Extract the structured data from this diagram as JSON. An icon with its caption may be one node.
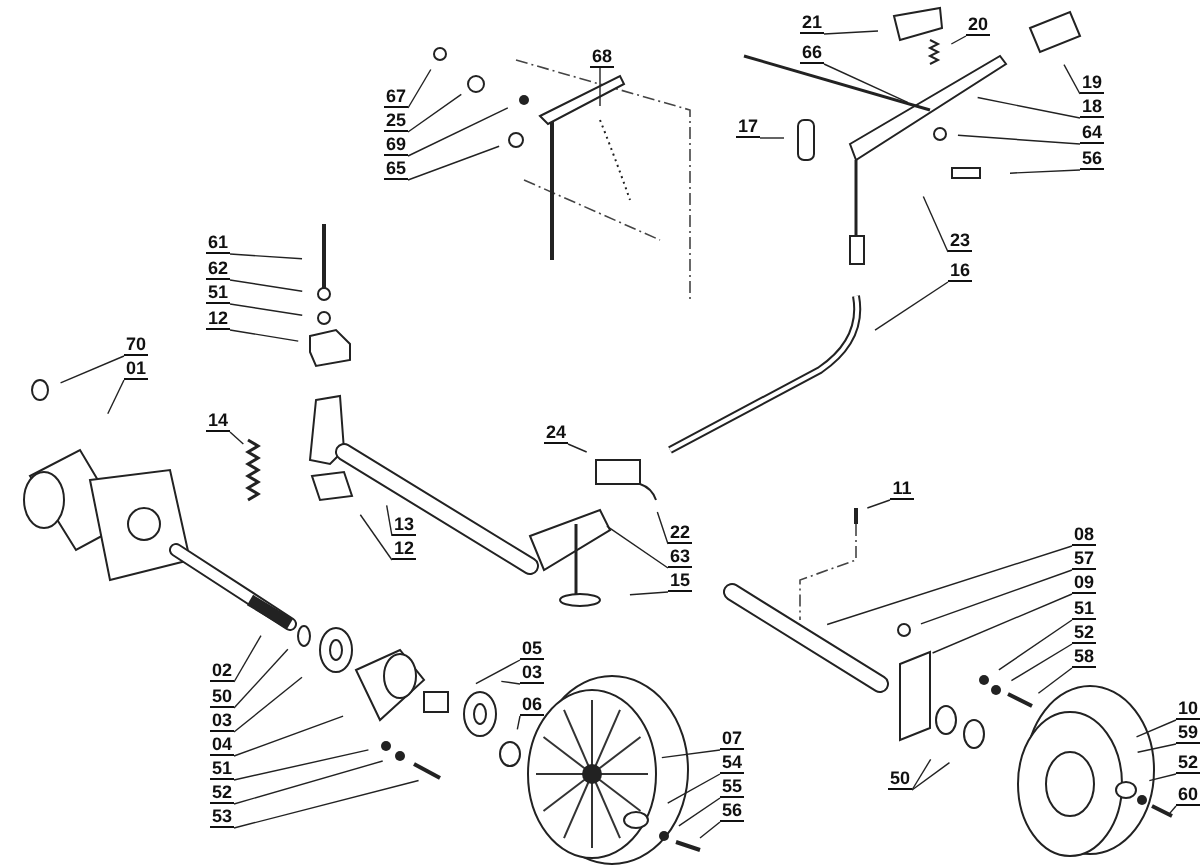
{
  "diagram": {
    "nodes": [
      {
        "text": [
          "67"
        ]
      },
      {
        "text": [
          "25"
        ]
      },
      {
        "text": [
          "69"
        ]
      },
      {
        "text": [
          "65"
        ]
      },
      {
        "text": [
          "68"
        ]
      },
      {
        "text": [
          "21"
        ]
      },
      {
        "text": [
          "20"
        ]
      },
      {
        "text": [
          "66"
        ]
      },
      {
        "text": [
          "17"
        ]
      },
      {
        "text": [
          "19"
        ]
      },
      {
        "text": [
          "18"
        ]
      },
      {
        "text": [
          "64"
        ]
      },
      {
        "text": [
          "56"
        ]
      },
      {
        "text": [
          "23"
        ]
      },
      {
        "text": [
          "16"
        ]
      },
      {
        "text": [
          "61"
        ]
      },
      {
        "text": [
          "62"
        ]
      },
      {
        "text": [
          "51"
        ]
      },
      {
        "text": [
          "12"
        ]
      },
      {
        "text": [
          "70"
        ]
      },
      {
        "text": [
          "01"
        ]
      },
      {
        "text": [
          "14"
        ]
      },
      {
        "text": [
          "24"
        ]
      },
      {
        "text": [
          "13"
        ]
      },
      {
        "text": [
          "12"
        ]
      },
      {
        "text": [
          "22"
        ]
      },
      {
        "text": [
          "63"
        ]
      },
      {
        "text": [
          "15"
        ]
      },
      {
        "text": [
          "11"
        ]
      },
      {
        "text": [
          "08"
        ]
      },
      {
        "text": [
          "57"
        ]
      },
      {
        "text": [
          "09"
        ]
      },
      {
        "text": [
          "51"
        ]
      },
      {
        "text": [
          "52"
        ]
      },
      {
        "text": [
          "58"
        ]
      },
      {
        "text": [
          "10"
        ]
      },
      {
        "text": [
          "59"
        ]
      },
      {
        "text": [
          "52"
        ]
      },
      {
        "text": [
          "60"
        ]
      },
      {
        "text": [
          "50"
        ]
      },
      {
        "text": [
          "07"
        ]
      },
      {
        "text": [
          "54"
        ]
      },
      {
        "text": [
          "55"
        ]
      },
      {
        "text": [
          "56"
        ]
      },
      {
        "text": [
          "05"
        ]
      },
      {
        "text": [
          "03"
        ]
      },
      {
        "text": [
          "06"
        ]
      },
      {
        "text": [
          "02"
        ]
      },
      {
        "text": [
          "50"
        ]
      },
      {
        "text": [
          "03"
        ]
      },
      {
        "text": [
          "04"
        ]
      },
      {
        "text": [
          "51"
        ]
      },
      {
        "text": [
          "52"
        ]
      },
      {
        "text": [
          "53"
        ]
      }
    ],
    "edges": [
      {
        "from": 0,
        "to": null,
        "arrow": "none"
      },
      {
        "from": 1,
        "to": null,
        "arrow": "none"
      },
      {
        "from": 2,
        "to": null,
        "arrow": "none"
      },
      {
        "from": 3,
        "to": null,
        "arrow": "none"
      },
      {
        "from": 4,
        "to": null,
        "arrow": "none"
      },
      {
        "from": 5,
        "to": null,
        "arrow": "none"
      },
      {
        "from": 6,
        "to": null,
        "arrow": "none"
      },
      {
        "from": 7,
        "to": null,
        "arrow": "none"
      },
      {
        "from": 8,
        "to": null,
        "arrow": "none"
      },
      {
        "from": 9,
        "to": null,
        "arrow": "none"
      },
      {
        "from": 10,
        "to": null,
        "arrow": "none"
      },
      {
        "from": 11,
        "to": null,
        "arrow": "none"
      },
      {
        "from": 12,
        "to": null,
        "arrow": "none"
      },
      {
        "from": 13,
        "to": null,
        "arrow": "none"
      },
      {
        "from": 14,
        "to": null,
        "arrow": "none"
      },
      {
        "from": 15,
        "to": null,
        "arrow": "none"
      },
      {
        "from": 16,
        "to": null,
        "arrow": "none"
      },
      {
        "from": 17,
        "to": null,
        "arrow": "none"
      },
      {
        "from": 18,
        "to": null,
        "arrow": "none"
      },
      {
        "from": 19,
        "to": null,
        "arrow": "none"
      },
      {
        "from": 20,
        "to": null,
        "arrow": "none"
      },
      {
        "from": 21,
        "to": null,
        "arrow": "none"
      },
      {
        "from": 22,
        "to": null,
        "arrow": "none"
      },
      {
        "from": 23,
        "to": null,
        "arrow": "none"
      },
      {
        "from": 24,
        "to": null,
        "arrow": "none"
      },
      {
        "from": 25,
        "to": null,
        "arrow": "none"
      },
      {
        "from": 26,
        "to": null,
        "arrow": "none"
      },
      {
        "from": 27,
        "to": null,
        "arrow": "none"
      },
      {
        "from": 28,
        "to": null,
        "arrow": "none"
      },
      {
        "from": 29,
        "to": null,
        "arrow": "none"
      },
      {
        "from": 30,
        "to": null,
        "arrow": "none"
      },
      {
        "from": 31,
        "to": null,
        "arrow": "none"
      },
      {
        "from": 32,
        "to": null,
        "arrow": "none"
      },
      {
        "from": 33,
        "to": null,
        "arrow": "none"
      },
      {
        "from": 34,
        "to": null,
        "arrow": "none"
      },
      {
        "from": 35,
        "to": null,
        "arrow": "none"
      },
      {
        "from": 36,
        "to": null,
        "arrow": "none"
      },
      {
        "from": 37,
        "to": null,
        "arrow": "none"
      },
      {
        "from": 38,
        "to": null,
        "arrow": "none"
      },
      {
        "from": 39,
        "to": null,
        "arrow": "none"
      },
      {
        "from": 39,
        "to": null,
        "arrow": "none"
      },
      {
        "from": 40,
        "to": null,
        "arrow": "none"
      },
      {
        "from": 41,
        "to": null,
        "arrow": "none"
      },
      {
        "from": 42,
        "to": null,
        "arrow": "none"
      },
      {
        "from": 43,
        "to": null,
        "arrow": "none"
      },
      {
        "from": 44,
        "to": null,
        "arrow": "none"
      },
      {
        "from": 45,
        "to": null,
        "arrow": "none"
      },
      {
        "from": 46,
        "to": null,
        "arrow": "none"
      },
      {
        "from": 47,
        "to": null,
        "arrow": "none"
      },
      {
        "from": 48,
        "to": null,
        "arrow": "none"
      },
      {
        "from": 49,
        "to": null,
        "arrow": "none"
      },
      {
        "from": 50,
        "to": null,
        "arrow": "none"
      },
      {
        "from": 51,
        "to": null,
        "arrow": "none"
      },
      {
        "from": 52,
        "to": null,
        "arrow": "none"
      },
      {
        "from": 53,
        "to": null,
        "arrow": "none"
      }
    ]
  }
}
